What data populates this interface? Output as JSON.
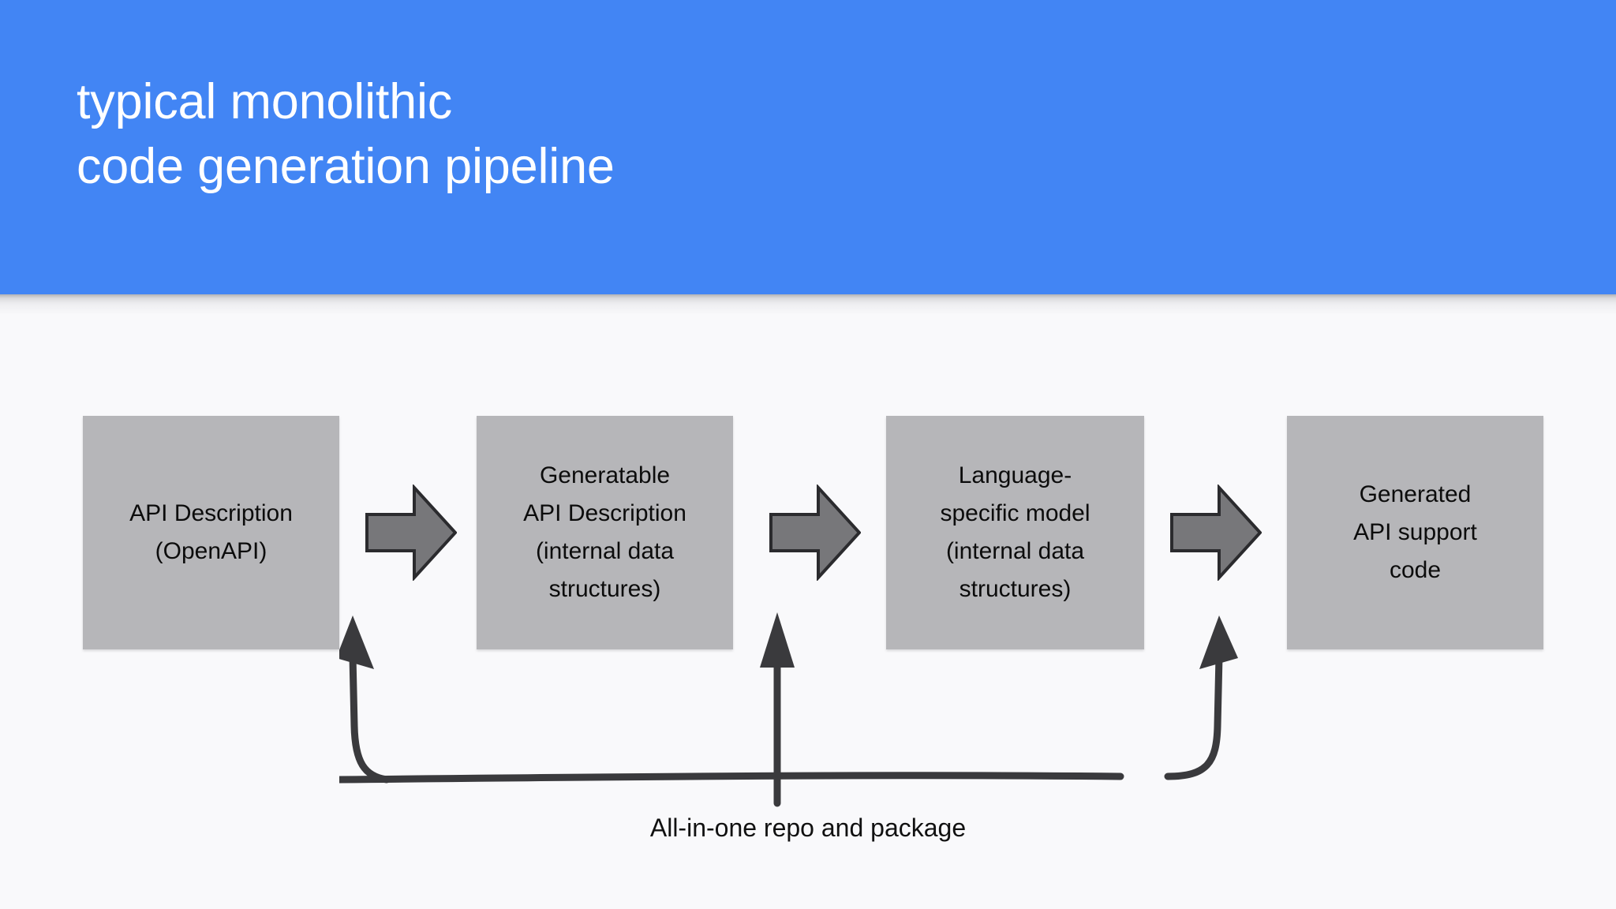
{
  "header": {
    "title": "typical monolithic\ncode generation pipeline",
    "background_color": "#4285F4",
    "text_color": "#FFFFFF"
  },
  "slide": {
    "background_color": "#F9F9FB"
  },
  "diagram": {
    "box_fill_color": "#B6B6B9",
    "box_text_color": "#0C0C0C",
    "arrow_fill_color": "#77777A",
    "arrow_stroke_color": "#2B2B2E",
    "brace_color": "#3A3A3D",
    "boxes": [
      {
        "id": "api-description",
        "label": "API Description\n(OpenAPI)"
      },
      {
        "id": "generatable-api-description",
        "label": "Generatable\nAPI Description\n(internal data\nstructures)"
      },
      {
        "id": "language-specific-model",
        "label": "Language-\nspecific model\n(internal data\nstructures)"
      },
      {
        "id": "generated-api-support-code",
        "label": "Generated\nAPI support\ncode"
      }
    ],
    "flow_arrows": [
      {
        "id": "arrow-1",
        "icon": "block-arrow-right-icon"
      },
      {
        "id": "arrow-2",
        "icon": "block-arrow-right-icon"
      },
      {
        "id": "arrow-3",
        "icon": "block-arrow-right-icon"
      }
    ],
    "grouping": {
      "caption": "All-in-one repo and package",
      "icon": "curly-brace-three-arrows-up-icon",
      "targets": [
        "api-description",
        "generatable-api-description",
        "generated-api-support-code"
      ]
    }
  }
}
